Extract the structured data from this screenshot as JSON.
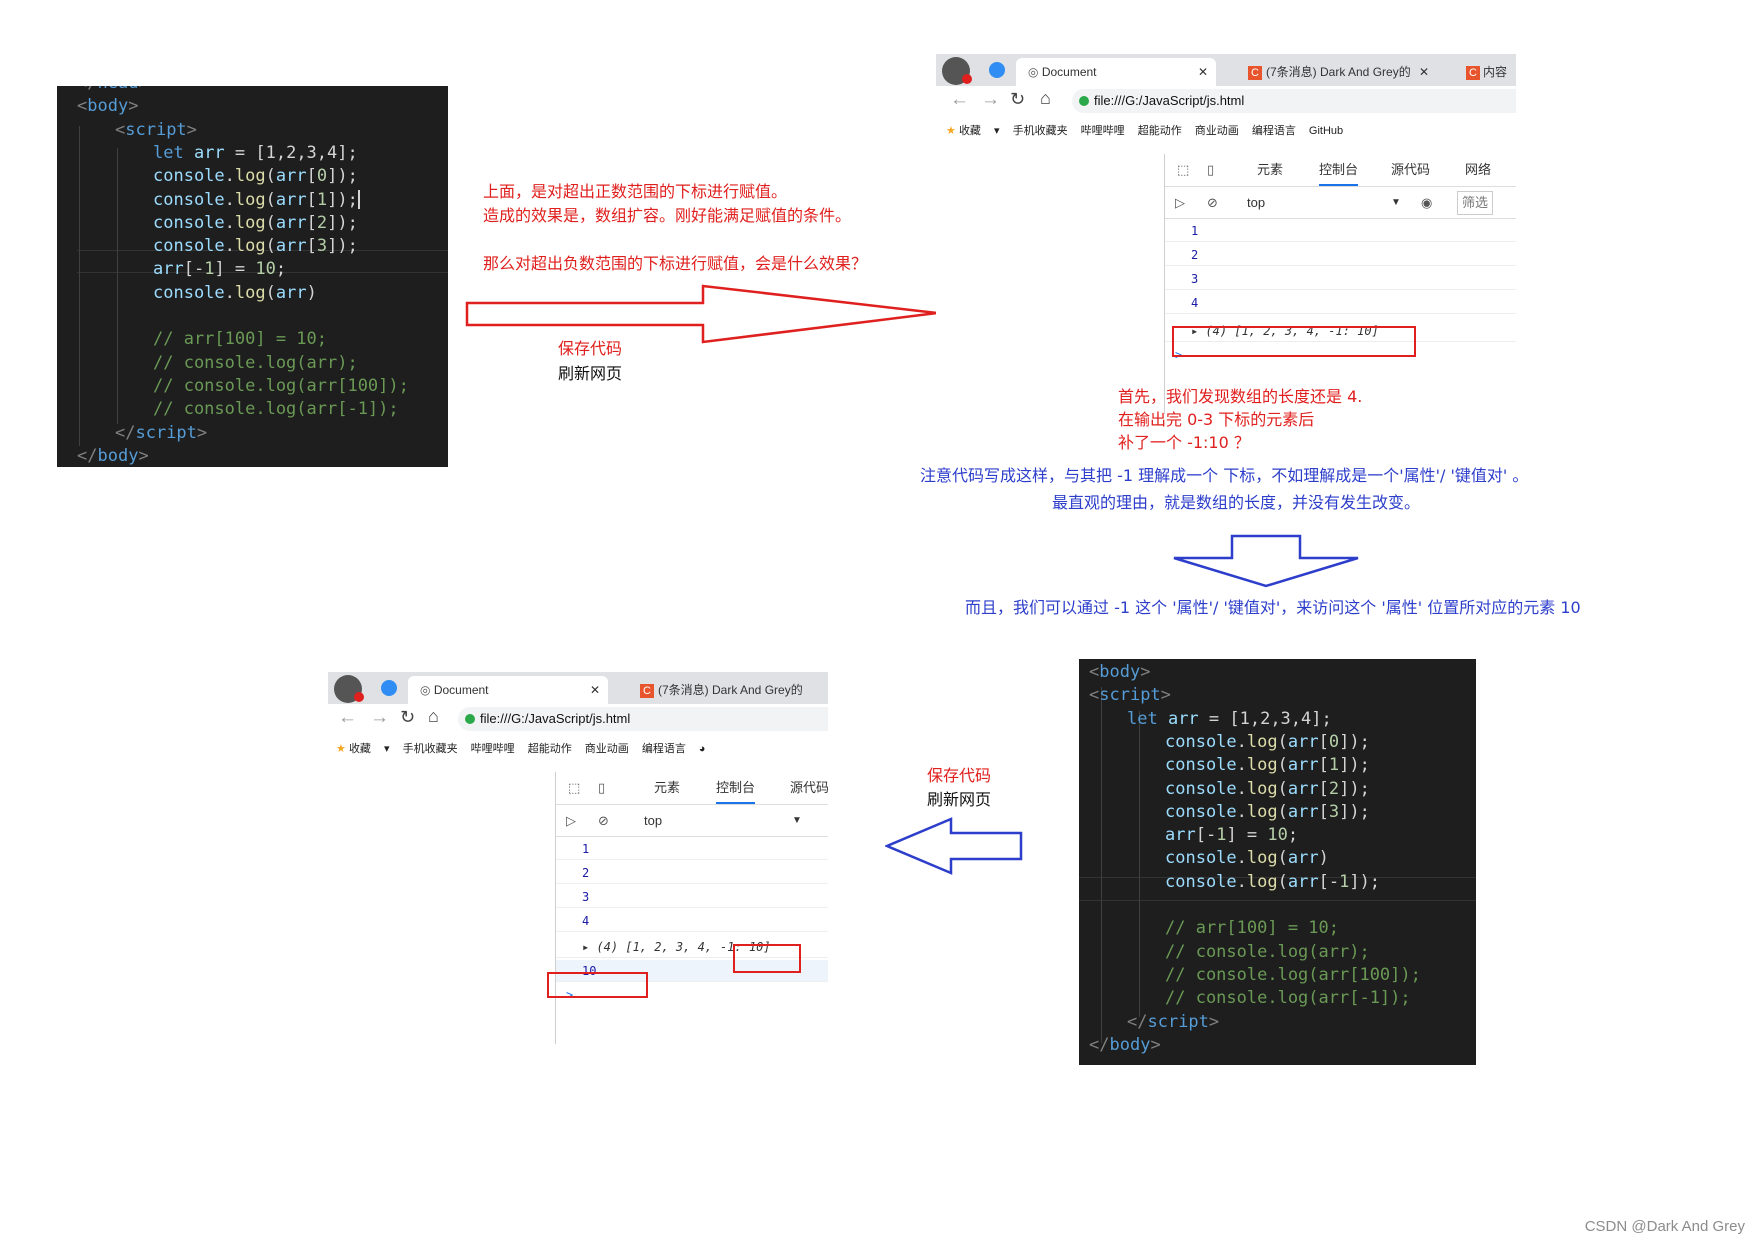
{
  "code_top": {
    "lines": [
      [
        [
          "tk-br",
          "</"
        ],
        [
          "tk-tag",
          "head"
        ],
        [
          "tk-br",
          ">"
        ]
      ],
      [
        [
          "tk-br",
          "<"
        ],
        [
          "tk-tag",
          "body"
        ],
        [
          "tk-br",
          ">"
        ]
      ],
      [
        [
          "tk-br",
          "<"
        ],
        [
          "tk-tag",
          "script"
        ],
        [
          "tk-br",
          ">"
        ]
      ],
      [
        [
          "tk-kw",
          "let "
        ],
        [
          "tk-var",
          "arr"
        ],
        [
          "tk-op",
          " = [1,2,3,4];"
        ]
      ],
      [
        [
          "tk-var",
          "console"
        ],
        [
          "tk-op",
          "."
        ],
        [
          "tk-fn",
          "log"
        ],
        [
          "tk-op",
          "("
        ],
        [
          "tk-var",
          "arr"
        ],
        [
          "tk-op",
          "["
        ],
        [
          "tk-num",
          "0"
        ],
        [
          "tk-op",
          "]);"
        ]
      ],
      [
        [
          "tk-var",
          "console"
        ],
        [
          "tk-op",
          "."
        ],
        [
          "tk-fn",
          "log"
        ],
        [
          "tk-op",
          "("
        ],
        [
          "tk-var",
          "arr"
        ],
        [
          "tk-op",
          "["
        ],
        [
          "tk-num",
          "1"
        ],
        [
          "tk-op",
          "]);"
        ]
      ],
      [
        [
          "tk-var",
          "console"
        ],
        [
          "tk-op",
          "."
        ],
        [
          "tk-fn",
          "log"
        ],
        [
          "tk-op",
          "("
        ],
        [
          "tk-var",
          "arr"
        ],
        [
          "tk-op",
          "["
        ],
        [
          "tk-num",
          "2"
        ],
        [
          "tk-op",
          "]);"
        ]
      ],
      [
        [
          "tk-var",
          "console"
        ],
        [
          "tk-op",
          "."
        ],
        [
          "tk-fn",
          "log"
        ],
        [
          "tk-op",
          "("
        ],
        [
          "tk-var",
          "arr"
        ],
        [
          "tk-op",
          "["
        ],
        [
          "tk-num",
          "3"
        ],
        [
          "tk-op",
          "]);"
        ]
      ],
      [
        [
          "tk-var",
          "arr"
        ],
        [
          "tk-op",
          "[-"
        ],
        [
          "tk-num",
          "1"
        ],
        [
          "tk-op",
          "] = "
        ],
        [
          "tk-num",
          "10"
        ],
        [
          "tk-op",
          ";"
        ]
      ],
      [
        [
          "tk-var",
          "console"
        ],
        [
          "tk-op",
          "."
        ],
        [
          "tk-fn",
          "log"
        ],
        [
          "tk-op",
          "("
        ],
        [
          "tk-var",
          "arr"
        ],
        [
          "tk-op",
          ")"
        ]
      ],
      [],
      [
        [
          "tk-cm",
          "// arr[100] = 10;"
        ]
      ],
      [
        [
          "tk-cm",
          "// console.log(arr);"
        ]
      ],
      [
        [
          "tk-cm",
          "// console.log(arr[100]);"
        ]
      ],
      [
        [
          "tk-cm",
          "// console.log(arr[-1]);"
        ]
      ],
      [
        [
          "tk-br",
          "</"
        ],
        [
          "tk-tag",
          "script"
        ],
        [
          "tk-br",
          ">"
        ]
      ],
      [
        [
          "tk-br",
          "</"
        ],
        [
          "tk-tag",
          "body"
        ],
        [
          "tk-br",
          ">"
        ]
      ]
    ]
  },
  "code_bottom": {
    "lines": [
      [
        [
          "tk-br",
          "<"
        ],
        [
          "tk-tag",
          "body"
        ],
        [
          "tk-br",
          ">"
        ]
      ],
      [
        [
          "tk-br",
          "<"
        ],
        [
          "tk-tag",
          "script"
        ],
        [
          "tk-br",
          ">"
        ]
      ],
      [
        [
          "tk-kw",
          "let "
        ],
        [
          "tk-var",
          "arr"
        ],
        [
          "tk-op",
          " = [1,2,3,4];"
        ]
      ],
      [
        [
          "tk-var",
          "console"
        ],
        [
          "tk-op",
          "."
        ],
        [
          "tk-fn",
          "log"
        ],
        [
          "tk-op",
          "("
        ],
        [
          "tk-var",
          "arr"
        ],
        [
          "tk-op",
          "["
        ],
        [
          "tk-num",
          "0"
        ],
        [
          "tk-op",
          "]);"
        ]
      ],
      [
        [
          "tk-var",
          "console"
        ],
        [
          "tk-op",
          "."
        ],
        [
          "tk-fn",
          "log"
        ],
        [
          "tk-op",
          "("
        ],
        [
          "tk-var",
          "arr"
        ],
        [
          "tk-op",
          "["
        ],
        [
          "tk-num",
          "1"
        ],
        [
          "tk-op",
          "]);"
        ]
      ],
      [
        [
          "tk-var",
          "console"
        ],
        [
          "tk-op",
          "."
        ],
        [
          "tk-fn",
          "log"
        ],
        [
          "tk-op",
          "("
        ],
        [
          "tk-var",
          "arr"
        ],
        [
          "tk-op",
          "["
        ],
        [
          "tk-num",
          "2"
        ],
        [
          "tk-op",
          "]);"
        ]
      ],
      [
        [
          "tk-var",
          "console"
        ],
        [
          "tk-op",
          "."
        ],
        [
          "tk-fn",
          "log"
        ],
        [
          "tk-op",
          "("
        ],
        [
          "tk-var",
          "arr"
        ],
        [
          "tk-op",
          "["
        ],
        [
          "tk-num",
          "3"
        ],
        [
          "tk-op",
          "]);"
        ]
      ],
      [
        [
          "tk-var",
          "arr"
        ],
        [
          "tk-op",
          "[-"
        ],
        [
          "tk-num",
          "1"
        ],
        [
          "tk-op",
          "] = "
        ],
        [
          "tk-num",
          "10"
        ],
        [
          "tk-op",
          ";"
        ]
      ],
      [
        [
          "tk-var",
          "console"
        ],
        [
          "tk-op",
          "."
        ],
        [
          "tk-fn",
          "log"
        ],
        [
          "tk-op",
          "("
        ],
        [
          "tk-var",
          "arr"
        ],
        [
          "tk-op",
          ")"
        ]
      ],
      [
        [
          "tk-var",
          "console"
        ],
        [
          "tk-op",
          "."
        ],
        [
          "tk-fn",
          "log"
        ],
        [
          "tk-op",
          "("
        ],
        [
          "tk-var",
          "arr"
        ],
        [
          "tk-op",
          "[-"
        ],
        [
          "tk-num",
          "1"
        ],
        [
          "tk-op",
          "]);"
        ]
      ],
      [],
      [
        [
          "tk-cm",
          "// arr[100] = 10;"
        ]
      ],
      [
        [
          "tk-cm",
          "// console.log(arr);"
        ]
      ],
      [
        [
          "tk-cm",
          "// console.log(arr[100]);"
        ]
      ],
      [
        [
          "tk-cm",
          "// console.log(arr[-1]);"
        ]
      ],
      [
        [
          "tk-br",
          "</"
        ],
        [
          "tk-tag",
          "script"
        ],
        [
          "tk-br",
          ">"
        ]
      ],
      [
        [
          "tk-br",
          "</"
        ],
        [
          "tk-tag",
          "body"
        ],
        [
          "tk-br",
          ">"
        ]
      ]
    ]
  },
  "notes": {
    "top_1": "上面，是对超出正数范围的下标进行赋值。",
    "top_2": "造成的效果是，数组扩容。刚好能满足赋值的条件。",
    "top_3": "那么对超出负数范围的下标进行赋值，会是什么效果？",
    "save_1": "保存代码",
    "refresh_1": "刷新网页",
    "first_1": "首先，我们发现数组的长度还是 4.",
    "first_2": "在输出完 0-3 下标的元素后",
    "first_3": "补了一个 -1:10 ？",
    "blue_1": "注意代码写成这样，与其把 -1 理解成一个 下标，不如理解成是一个'属性'/ '键值对' 。",
    "blue_2": "最直观的理由，就是数组的长度，并没有发生改变。",
    "blue_3": "而且，我们可以通过 -1 这个 '属性'/ '键值对'，来访问这个 '属性' 位置所对应的元素 10",
    "save_2": "保存代码",
    "refresh_2": "刷新网页",
    "watermark": "CSDN @Dark And Grey"
  },
  "browser_top": {
    "tab_active": "Document",
    "tab_2": "(7条消息) Dark And Grey的",
    "tab_3": "内容",
    "url": "file:///G:/JavaScript/js.html",
    "bookmarks": [
      "收藏",
      "手机收藏夹",
      "哔哩哔哩",
      "超能动作",
      "商业动画",
      "编程语言",
      "GitHub"
    ],
    "devtabs": [
      "元素",
      "控制台",
      "源代码",
      "网络"
    ],
    "context": "top",
    "filter": "筛选",
    "console_lines": [
      "1",
      "2",
      "3",
      "4"
    ],
    "array_output": "(4) [1, 2, 3, 4, -1: 10]",
    "prompt": ">"
  },
  "browser_bottom": {
    "tab_active": "Document",
    "tab_2": "(7条消息) Dark And Grey的",
    "url": "file:///G:/JavaScript/js.html",
    "bookmarks": [
      "收藏",
      "手机收藏夹",
      "哔哩哔哩",
      "超能动作",
      "商业动画",
      "编程语言"
    ],
    "devtabs": [
      "元素",
      "控制台",
      "源代码"
    ],
    "context": "top",
    "console_lines": [
      "1",
      "2",
      "3",
      "4"
    ],
    "array_prefix": "(4) [1, 2, 3, 4,",
    "array_suffix": "-1: 10]",
    "extra_output": "10",
    "prompt": ">"
  },
  "colors": {
    "red_annotation": "#e0201e",
    "blue_annotation": "#2d3ecb",
    "editor_bg": "#1e1e1e"
  }
}
